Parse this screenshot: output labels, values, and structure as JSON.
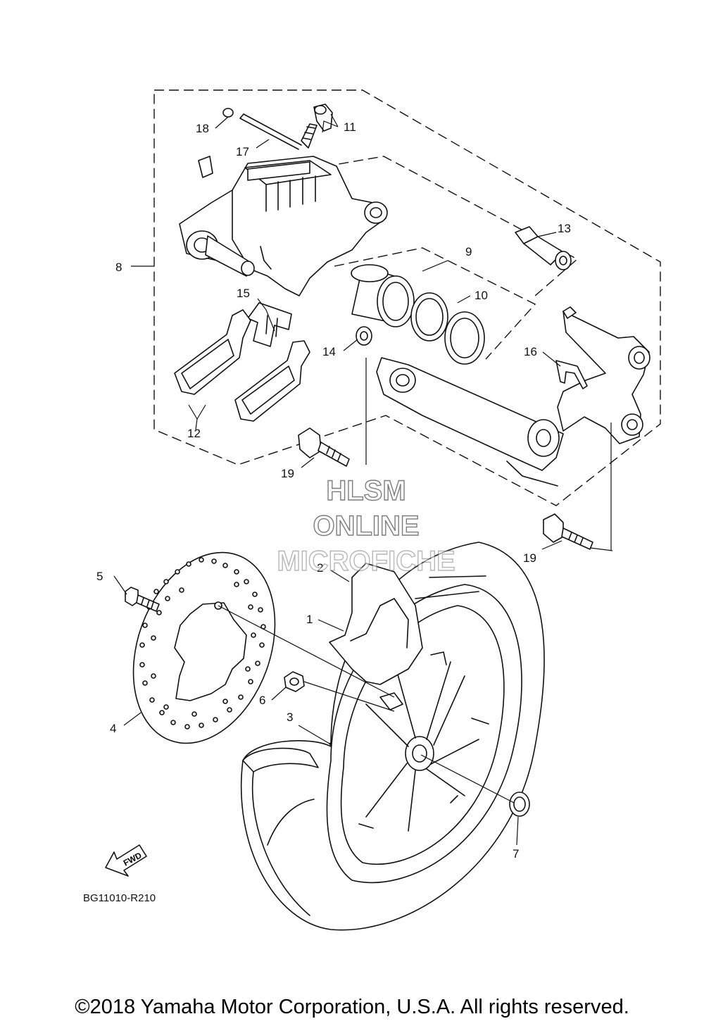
{
  "diagram": {
    "code": "BG11010-R210",
    "fwd_label": "FWD",
    "callouts": {
      "c1": "1",
      "c2": "2",
      "c3": "3",
      "c4": "4",
      "c5": "5",
      "c6": "6",
      "c7": "7",
      "c8": "8",
      "c9": "9",
      "c10": "10",
      "c11": "11",
      "c12": "12",
      "c13": "13",
      "c14": "14",
      "c15": "15",
      "c16": "16",
      "c17": "17",
      "c18": "18",
      "c19a": "19",
      "c19b": "19"
    }
  },
  "watermark": {
    "line1": "HLSM",
    "line2": "ONLINE",
    "line3": "MICROFICHE"
  },
  "copyright": "©2018 Yamaha Motor Corporation, U.S.A. All rights reserved."
}
